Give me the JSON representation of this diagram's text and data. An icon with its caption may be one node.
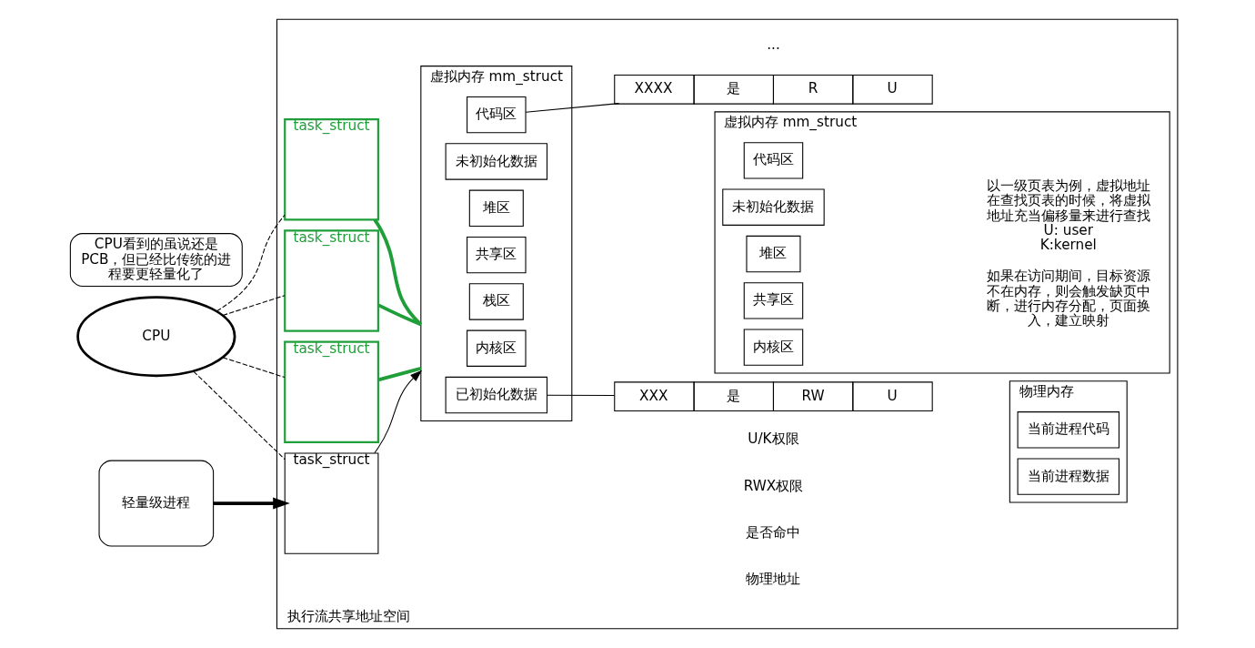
{
  "diagram": {
    "nodes": [
      {
        "text": [
          "CPU"
        ]
      },
      {
        "text": [
          "轻量级进程"
        ]
      },
      {
        "text": [
          "CPU看到的虽说还是PCB，但已经比传统的进程要更轻量化了"
        ]
      },
      {
        "text": [
          "执行流共享地址空间"
        ]
      },
      {
        "text": [
          "task_struct"
        ],
        "in": 3
      },
      {
        "text": [
          "task_struct"
        ],
        "in": 3
      },
      {
        "text": [
          "task_struct"
        ],
        "in": 3
      },
      {
        "text": [
          "task_struct"
        ],
        "in": 3
      },
      {
        "text": [
          "虚拟内存 mm_struct"
        ],
        "in": 3
      },
      {
        "text": [
          "内核区"
        ],
        "in": 8
      },
      {
        "text": [
          "栈区"
        ],
        "in": 8
      },
      {
        "text": [
          "共享区"
        ],
        "in": 8
      },
      {
        "text": [
          "堆区"
        ],
        "in": 8
      },
      {
        "text": [
          "未初始化数据"
        ],
        "in": 8
      },
      {
        "text": [
          "已初始化数据"
        ],
        "in": 8
      },
      {
        "text": [
          "代码区"
        ],
        "in": 8
      },
      {
        "text": [
          "虚拟内存 mm_struct"
        ],
        "in": 3
      },
      {
        "text": [
          "内核区"
        ],
        "in": 16
      },
      {
        "text": [
          "共享区"
        ],
        "in": 16
      },
      {
        "text": [
          "堆区"
        ],
        "in": 16
      },
      {
        "text": [
          "未初始化数据"
        ],
        "in": 16
      },
      {
        "text": [
          "代码区"
        ],
        "in": 16
      },
      {
        "text": [
          "以一级页表为例，虚拟地址在查找页表的时候，将虚拟地址充当偏移量来进行查找U: user K:kernel",
          "如果在访问期间，目标资源不在内存，则会触发缺页中断，进行内存分配，页面换入，建立映射"
        ],
        "in": 16
      },
      {
        "text": [
          "XXX",
          "是",
          "RW",
          "U"
        ],
        "in": 3
      },
      {
        "text": [
          "XXXX",
          "是",
          "R",
          "U"
        ],
        "in": 3
      },
      {
        "text": [
          "物理内存"
        ],
        "in": 3
      },
      {
        "text": [
          "当前进程数据"
        ],
        "in": 25
      },
      {
        "text": [
          "当前进程代码"
        ],
        "in": 25
      }
    ],
    "edges": [
      {
        "from": 1,
        "to": 4,
        "arrow": "to",
        "style": "thick"
      },
      {
        "from": 0,
        "to": 4,
        "arrow": "none",
        "style": "dashed"
      },
      {
        "from": 0,
        "to": 5,
        "arrow": "none",
        "style": "dashed"
      },
      {
        "from": 0,
        "to": 6,
        "arrow": "none",
        "style": "dashed"
      },
      {
        "from": 0,
        "to": 7,
        "arrow": "none",
        "style": "dashed"
      },
      {
        "from": 4,
        "to": 8,
        "arrow": "to"
      },
      {
        "from": 5,
        "to": 8,
        "arrow": "none",
        "style": "thick",
        "color": "#1f9e3a"
      },
      {
        "from": 6,
        "to": 8,
        "arrow": "none",
        "style": "thick",
        "color": "#1f9e3a"
      },
      {
        "from": 7,
        "to": 8,
        "arrow": "none",
        "style": "thick",
        "color": "#1f9e3a"
      },
      {
        "from": 14,
        "to": 23,
        "arrow": "none"
      },
      {
        "from": 15,
        "to": 24,
        "arrow": "none"
      }
    ],
    "labels": [
      "物理地址",
      "是否命中",
      "RWX权限",
      "U/K权限",
      "..."
    ]
  }
}
